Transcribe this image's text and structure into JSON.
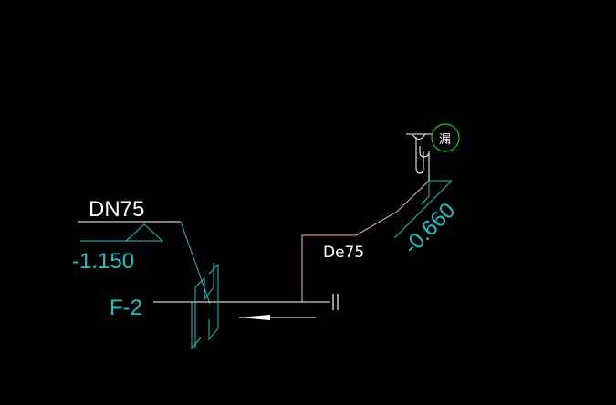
{
  "drawing": {
    "labels": {
      "pipe_size_left": "DN75",
      "elevation_left": "-1.150",
      "riser_id": "F-2",
      "pipe_size_right": "De75",
      "elevation_right": "-0.660",
      "fixture_symbol": "漏"
    },
    "colors": {
      "background": "#000000",
      "cyan": "#1fc0c0",
      "white": "#ffffff",
      "pipe": "#f2c0a0",
      "green": "#20c020"
    }
  }
}
